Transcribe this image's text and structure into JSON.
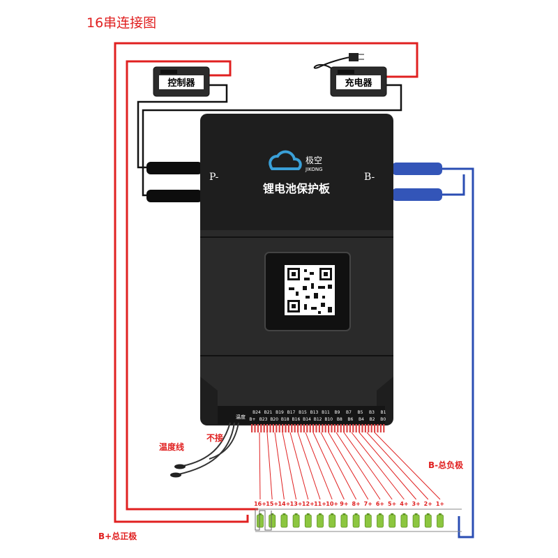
{
  "title": "16串连接图",
  "devices": {
    "controller": "控制器",
    "charger": "充电器"
  },
  "board": {
    "brand_cn": "极空",
    "brand_en": "JIKONG",
    "name": "锂电池保护板",
    "p_terminal": "P-",
    "b_terminal": "B-",
    "temp_port": "温度",
    "pins_top": [
      "B24",
      "B21",
      "B19",
      "B17",
      "B15",
      "B13",
      "B11",
      "B9",
      "B7",
      "B5",
      "B3",
      "B1"
    ],
    "pins_bottom": [
      "B+",
      "B23",
      "B20",
      "B18",
      "B16",
      "B14",
      "B12",
      "B10",
      "B8",
      "B6",
      "B4",
      "B2",
      "B0"
    ]
  },
  "labels": {
    "temp_wire": "温度线",
    "not_connected": "不接",
    "b_minus_total": "B-总负极",
    "b_plus_total": "B+总正极"
  },
  "cells": [
    "16+",
    "15+",
    "14+",
    "13+",
    "12+",
    "11+",
    "10+",
    "9+",
    "8+",
    "7+",
    "6+",
    "5+",
    "4+",
    "3+",
    "2+",
    "1+"
  ],
  "colors": {
    "red_wire": "#e02020",
    "blue_wire": "#2a4db3",
    "black_wire": "#111111",
    "board": "#1e1e1e",
    "cell": "#8cc63f"
  }
}
